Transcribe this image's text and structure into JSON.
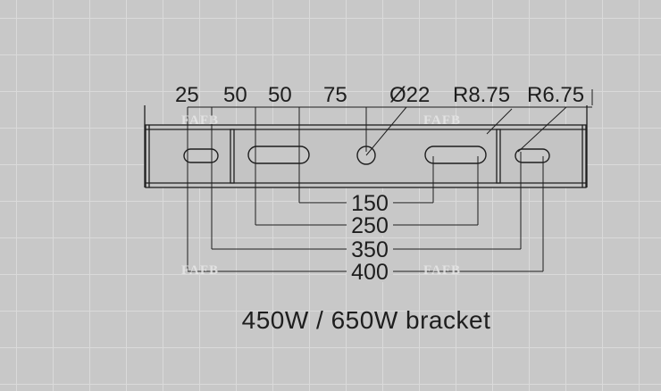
{
  "drawing": {
    "top_dimensions": [
      "25",
      "50",
      "50",
      "75",
      "Ø22",
      "R8.75",
      "R6.75"
    ],
    "span_dimensions": [
      "150",
      "250",
      "350",
      "400"
    ],
    "watermark": "FAFB",
    "caption": "450W / 650W bracket"
  },
  "colors": {
    "background": "#c8c8c8",
    "grid": "#d9d9d9",
    "line": "#1e1e1e",
    "plate_face": "#c4c4c4"
  }
}
